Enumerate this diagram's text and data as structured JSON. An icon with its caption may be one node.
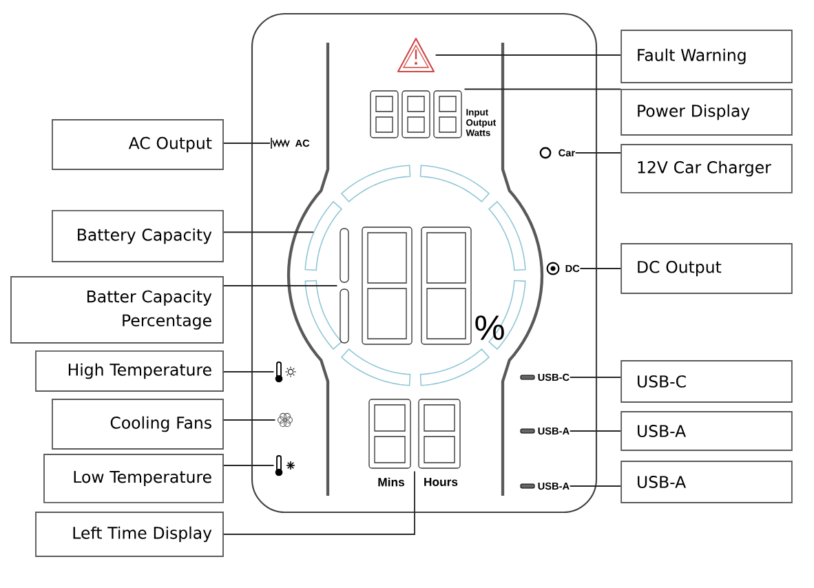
{
  "diagram": {
    "nodes": [
      {
        "text": [
          "AC Output"
        ]
      },
      {
        "text": [
          "Battery Capacity"
        ]
      },
      {
        "text": [
          "Batter Capacity Percentage"
        ]
      },
      {
        "text": [
          "High Temperature"
        ]
      },
      {
        "text": [
          "Cooling Fans"
        ]
      },
      {
        "text": [
          "Low Temperature"
        ]
      },
      {
        "text": [
          "Left Time Display"
        ]
      },
      {
        "text": [
          "Fault Warning"
        ]
      },
      {
        "text": [
          "Power Display"
        ]
      },
      {
        "text": [
          "12V Car Charger"
        ]
      },
      {
        "text": [
          "DC Output"
        ]
      },
      {
        "text": [
          "USB-C"
        ]
      },
      {
        "text": [
          "USB-A"
        ]
      },
      {
        "text": [
          "USB-A"
        ]
      },
      {
        "text": [
          "AC"
        ]
      },
      {
        "text": [],
        "shape": "ring"
      },
      {
        "text": [],
        "shape": "display",
        "beside": [
          "%"
        ],
        "in": 15
      },
      {
        "text": [],
        "shape": "thermometer"
      },
      {
        "text": [],
        "shape": "fan"
      },
      {
        "text": [],
        "shape": "thermometer"
      },
      {
        "text": [],
        "shape": "display",
        "beside": [
          "Mins",
          "Hours"
        ]
      },
      {
        "text": [],
        "shape": "triangle"
      },
      {
        "text": [],
        "shape": "display",
        "beside": [
          "Input Output Watts"
        ]
      },
      {
        "text": [
          "Car"
        ]
      },
      {
        "text": [
          "DC"
        ]
      },
      {
        "text": [
          "USB-C"
        ]
      },
      {
        "text": [
          "USB-A"
        ]
      },
      {
        "text": [
          "USB-A"
        ]
      }
    ],
    "edges": [
      {
        "from": 0,
        "to": 14,
        "arrow": "none"
      },
      {
        "from": 1,
        "to": 15,
        "arrow": "none"
      },
      {
        "from": 2,
        "to": 16,
        "arrow": "none"
      },
      {
        "from": 3,
        "to": 17,
        "arrow": "none"
      },
      {
        "from": 4,
        "to": 18,
        "arrow": "none"
      },
      {
        "from": 5,
        "to": 19,
        "arrow": "none"
      },
      {
        "from": 6,
        "to": 20,
        "arrow": "none"
      },
      {
        "from": 7,
        "to": 21,
        "arrow": "none"
      },
      {
        "from": 8,
        "to": 22,
        "arrow": "none"
      },
      {
        "from": 9,
        "to": 23,
        "arrow": "none"
      },
      {
        "from": 10,
        "to": 24,
        "arrow": "none"
      },
      {
        "from": 11,
        "to": 25,
        "arrow": "none"
      },
      {
        "from": 12,
        "to": 26,
        "arrow": "none"
      },
      {
        "from": 13,
        "to": 27,
        "arrow": "none"
      }
    ]
  }
}
